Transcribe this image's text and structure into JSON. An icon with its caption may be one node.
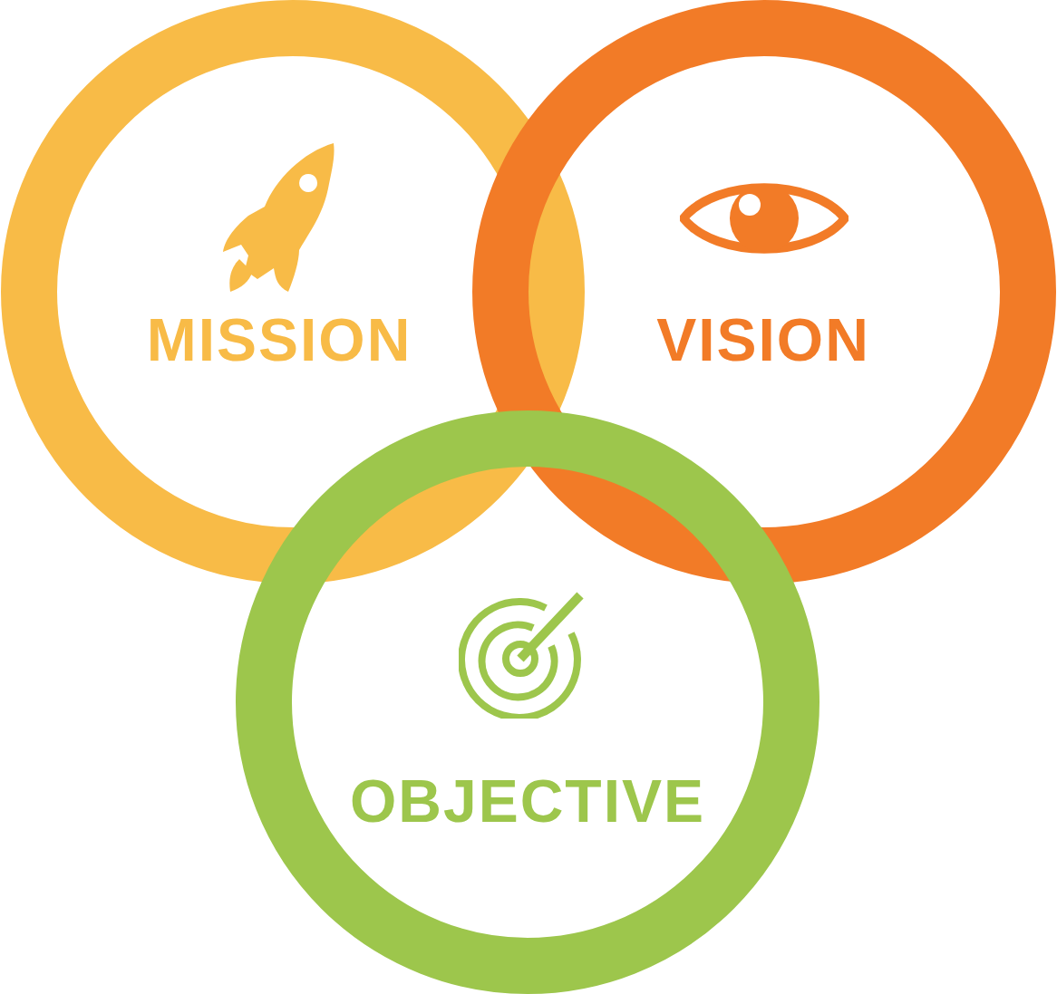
{
  "diagram": {
    "nodes": [
      {
        "text": [
          "MISSION"
        ]
      },
      {
        "text": [
          "VISION"
        ]
      },
      {
        "text": [
          "OBJECTIVE"
        ]
      }
    ]
  }
}
